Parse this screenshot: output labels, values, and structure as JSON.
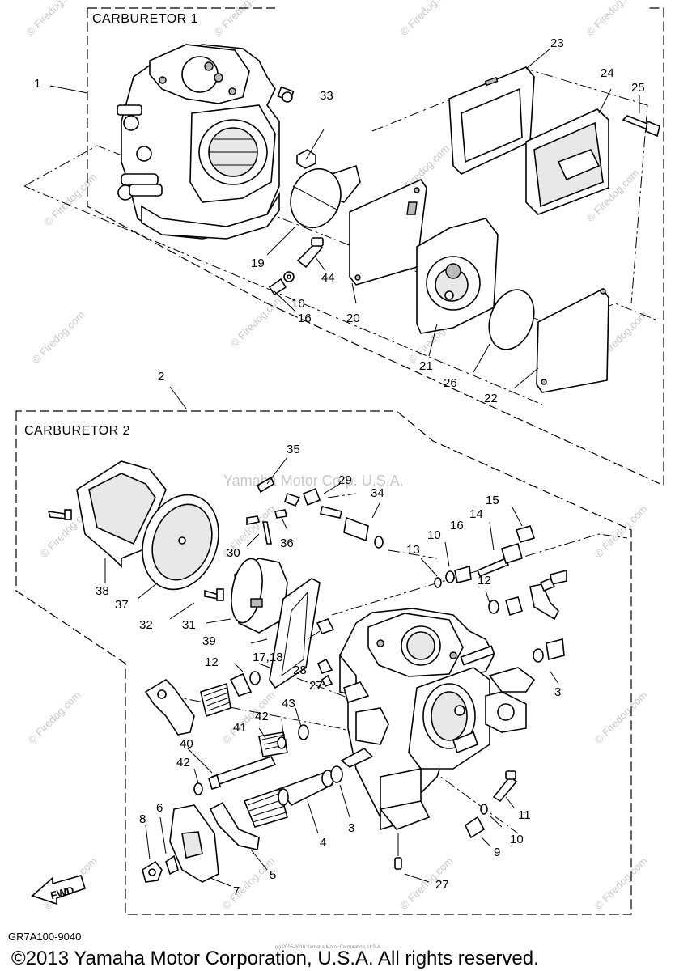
{
  "groups": {
    "carb1_title": "CARBURETOR 1",
    "carb2_title": "CARBURETOR 2"
  },
  "callouts": {
    "c1": "1",
    "c2": "2",
    "c3a": "3",
    "c3b": "3",
    "c4": "4",
    "c5": "5",
    "c6": "6",
    "c7": "7",
    "c8": "8",
    "c9": "9",
    "c10a": "10",
    "c10b": "10",
    "c10c": "10",
    "c11": "11",
    "c12a": "12",
    "c12b": "12",
    "c13": "13",
    "c14": "14",
    "c15": "15",
    "c16a": "16",
    "c16b": "16",
    "c17_18": "17,18",
    "c19": "19",
    "c20": "20",
    "c21": "21",
    "c22": "22",
    "c23": "23",
    "c24": "24",
    "c25": "25",
    "c26": "26",
    "c27a": "27",
    "c27b": "27",
    "c28": "28",
    "c29": "29",
    "c30": "30",
    "c31": "31",
    "c32": "32",
    "c33": "33",
    "c34": "34",
    "c35": "35",
    "c36": "36",
    "c37": "37",
    "c38": "38",
    "c39": "39",
    "c40": "40",
    "c41": "41",
    "c42a": "42",
    "c42b": "42",
    "c43": "43",
    "c44": "44"
  },
  "fwd_label": "FWD",
  "diagram_code": "GR7A100-9040",
  "copyright": "©2013 Yamaha Motor Corporation, U.S.A. All rights reserved.",
  "tiny_note": "(c) 2005-2016 Yamaha Motor Corporation, U.S.A.",
  "watermarks": {
    "firedog": "© Firedog.com",
    "firedog_short": "Firedog.com",
    "yamaha": "Yamaha Motor Corp. U.S.A."
  }
}
